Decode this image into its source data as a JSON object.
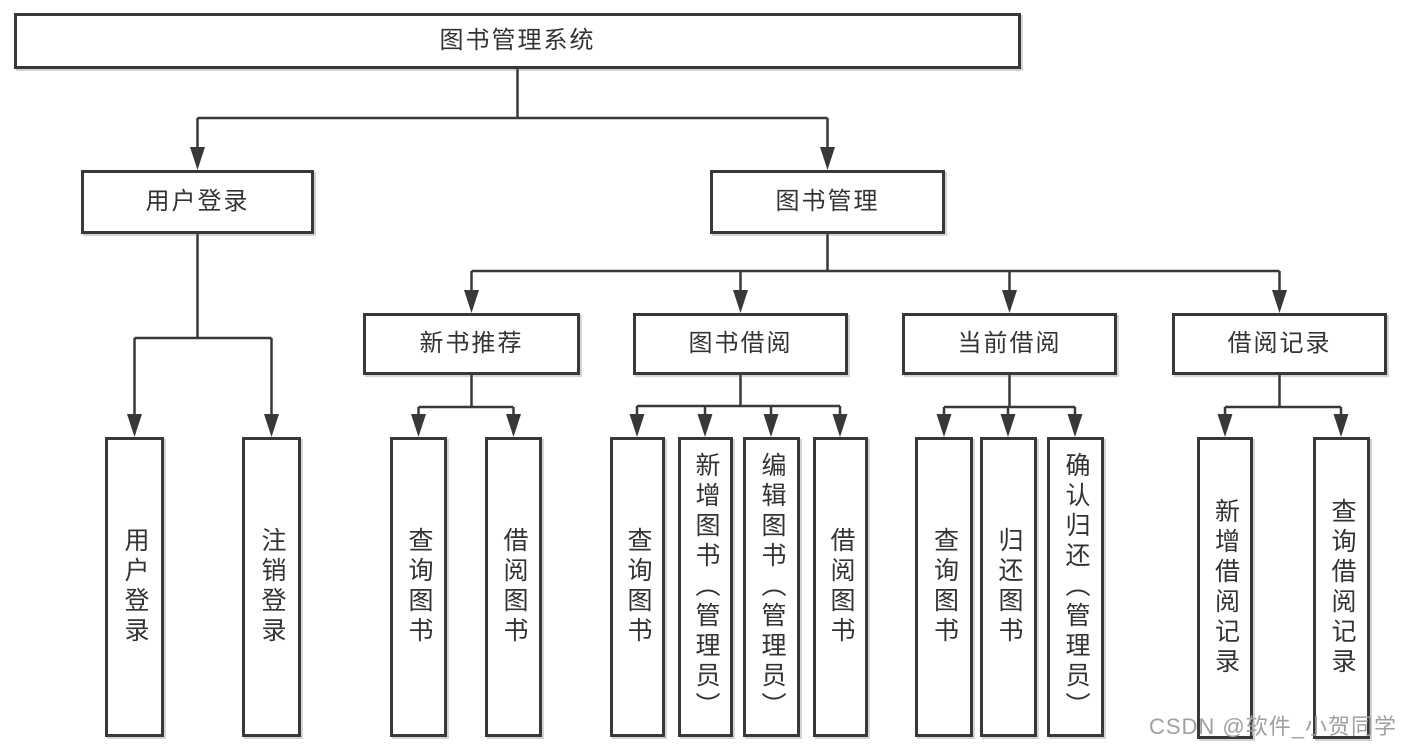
{
  "tree": {
    "label": "图书管理系统",
    "children": [
      {
        "label": "用户登录",
        "children": [
          {
            "label": "用户登录"
          },
          {
            "label": "注销登录"
          }
        ]
      },
      {
        "label": "图书管理",
        "children": [
          {
            "label": "新书推荐",
            "children": [
              {
                "label": "查询图书"
              },
              {
                "label": "借阅图书"
              }
            ]
          },
          {
            "label": "图书借阅",
            "children": [
              {
                "label": "查询图书"
              },
              {
                "label": "新增图书（管理员）"
              },
              {
                "label": "编辑图书（管理员）"
              },
              {
                "label": "借阅图书"
              }
            ]
          },
          {
            "label": "当前借阅",
            "children": [
              {
                "label": "查询图书"
              },
              {
                "label": "归还图书"
              },
              {
                "label": "确认归还（管理员）"
              }
            ]
          },
          {
            "label": "借阅记录",
            "children": [
              {
                "label": "新增借阅记录"
              },
              {
                "label": "查询借阅记录"
              }
            ]
          }
        ]
      }
    ]
  },
  "watermark": "CSDN @软件_小贺同学",
  "colors": {
    "line": "#383838",
    "text": "#333333",
    "box_background": "#ffffff",
    "watermark": "#a0a0a0",
    "page_background": "#ffffff"
  }
}
